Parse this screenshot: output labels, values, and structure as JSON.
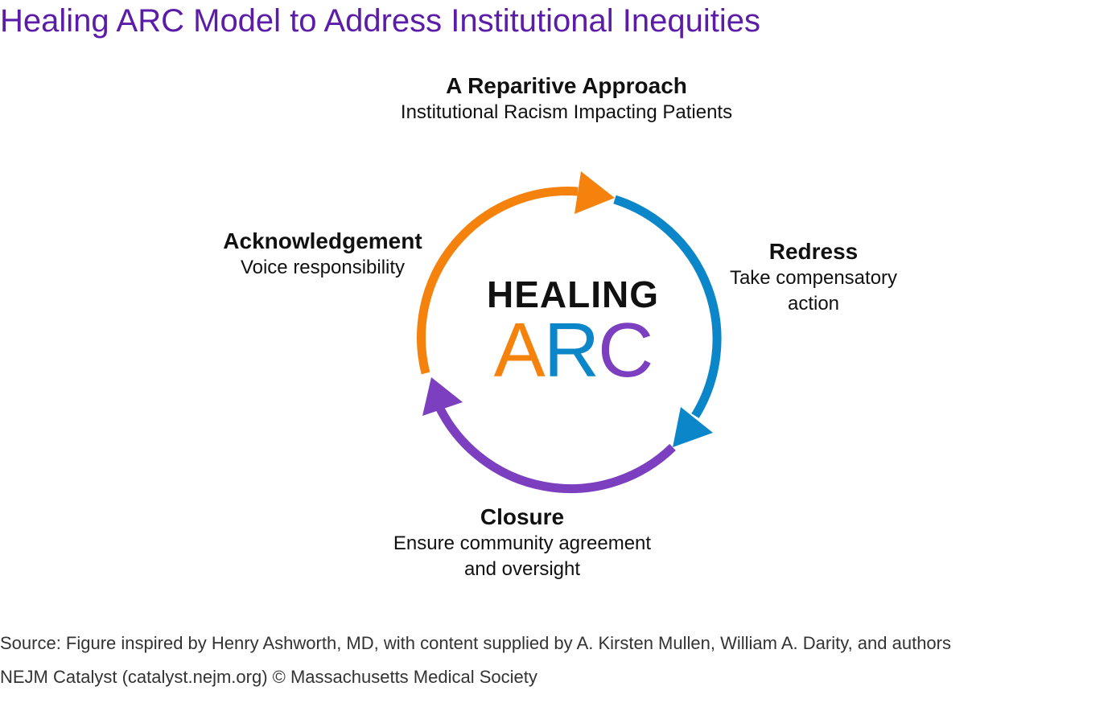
{
  "title": "Healing ARC Model to Address Institutional Inequities",
  "top": {
    "heading": "A Reparitive Approach",
    "subheading": "Institutional Racism Impacting Patients"
  },
  "center": {
    "healing": "HEALING",
    "arc_a": "A",
    "arc_r": "R",
    "arc_c": "C"
  },
  "stages": {
    "acknowledgement": {
      "heading": "Acknowledgement",
      "line1": "Voice responsibility",
      "color": "#f5820d"
    },
    "redress": {
      "heading": "Redress",
      "line1": "Take compensatory",
      "line2": "action",
      "color": "#0a86c9"
    },
    "closure": {
      "heading": "Closure",
      "line1": "Ensure community agreement",
      "line2": "and oversight",
      "color": "#7b3fbf"
    }
  },
  "footer": {
    "source": "Source: Figure inspired by Henry Ashworth, MD, with content supplied by A. Kirsten Mullen, William A. Darity, and authors",
    "credit": "NEJM Catalyst (catalyst.nejm.org) © Massachusetts Medical Society"
  },
  "colors": {
    "title": "#5b1ca8",
    "orange": "#f5820d",
    "blue": "#0a86c9",
    "purple": "#7b3fbf"
  }
}
